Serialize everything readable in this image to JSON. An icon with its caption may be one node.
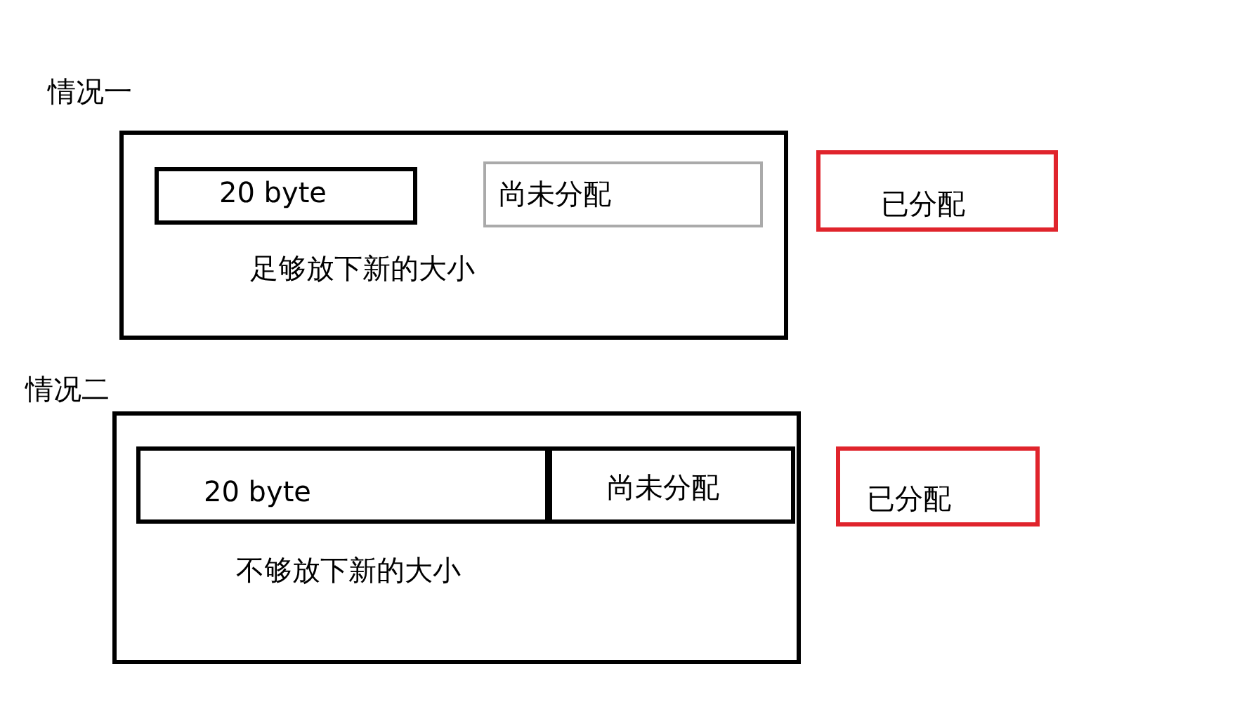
{
  "diagram": {
    "nodes": [
      {
        "text": [
          "足够放下新的大小"
        ]
      },
      {
        "text": [
          "20 byte"
        ],
        "in": 0
      },
      {
        "text": [
          "尚未分配"
        ],
        "in": 0
      },
      {
        "text": [
          "已分配"
        ]
      },
      {
        "text": [
          "不够放下新的大小"
        ]
      },
      {
        "text": [
          "20 byte"
        ],
        "in": 4
      },
      {
        "text": [
          "尚未分配"
        ],
        "in": 4
      },
      {
        "text": [
          "已分配"
        ]
      }
    ],
    "labels": [
      "情况一",
      "情况二"
    ]
  }
}
